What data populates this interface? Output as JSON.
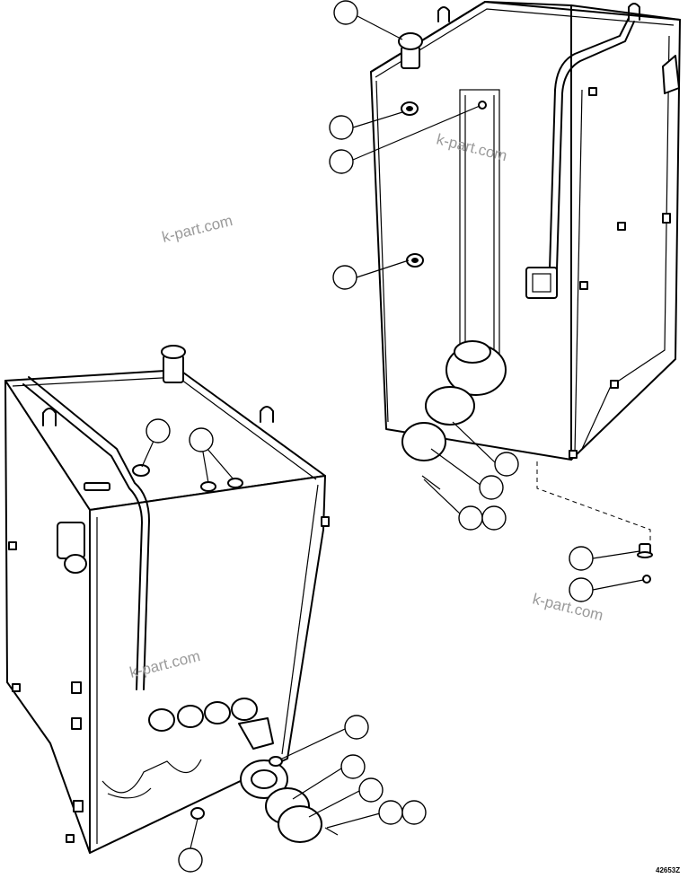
{
  "watermarks": [
    "k-part.com",
    "k-part.com",
    "k-part.com",
    "k-part.com"
  ],
  "drawing_number": "42653Z"
}
